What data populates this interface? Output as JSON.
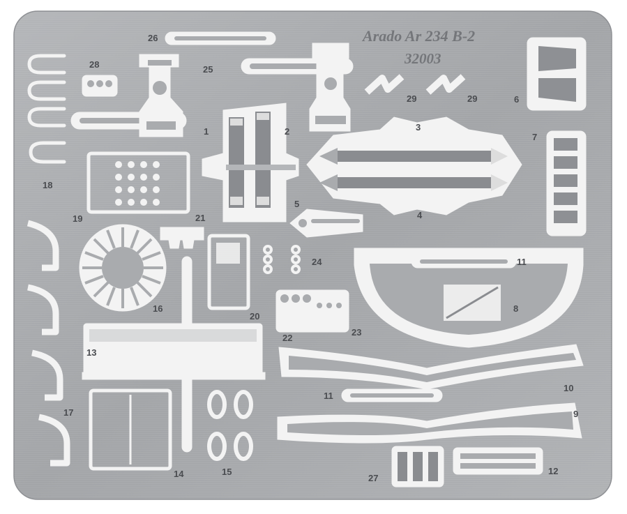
{
  "sheet": {
    "title": "Arado Ar 234 B-2",
    "code": "32003",
    "colors": {
      "background": "#ffffff",
      "fret": "#a7a9ac",
      "fret_edge": "#8d8f93",
      "cutout": "#f4f4f4",
      "part_metal": "#b3b5b8",
      "part_dark": "#7e8084",
      "label": "#4a4c50"
    }
  },
  "labels": {
    "p1": "1",
    "p2": "2",
    "p3": "3",
    "p4": "4",
    "p5": "5",
    "p6": "6",
    "p7": "7",
    "p8": "8",
    "p9": "9",
    "p10": "10",
    "p11a": "11",
    "p11b": "11",
    "p12": "12",
    "p13": "13",
    "p14": "14",
    "p15": "15",
    "p16": "16",
    "p17": "17",
    "p18": "18",
    "p19": "19",
    "p20": "20",
    "p21": "21",
    "p22": "22",
    "p23": "23",
    "p24": "24",
    "p25": "25",
    "p26": "26",
    "p27": "27",
    "p28": "28",
    "p29a": "29",
    "p29b": "29"
  }
}
